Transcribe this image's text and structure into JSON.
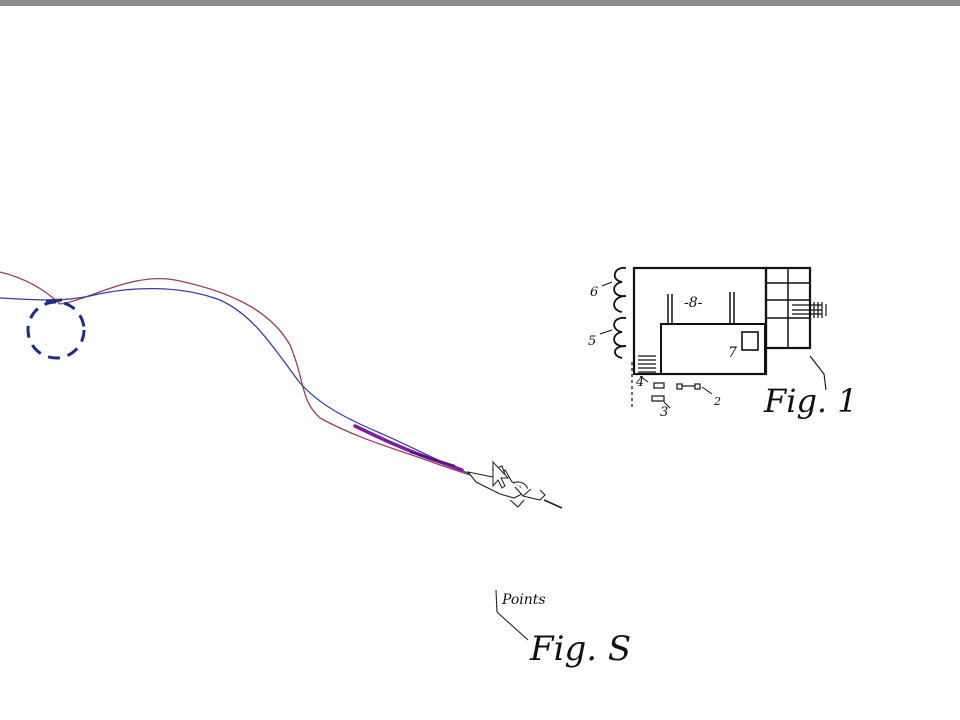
{
  "figures": {
    "fig1_caption": "Fig. 1",
    "figS_caption": "Fig. S",
    "points_label": "Points"
  },
  "fig1_labels": {
    "l2": "2",
    "l3": "3",
    "l4": "4",
    "l5": "5",
    "l6": "6",
    "l7": "7",
    "l8": "-8-"
  },
  "colors": {
    "wire_red": "#9a3f5a",
    "wire_blue": "#3a3f9e",
    "wire_purple": "#7a1fa2",
    "dashed_circle": "#1f2a8a",
    "ink": "#111111",
    "topbar": "#8c8c8c"
  }
}
